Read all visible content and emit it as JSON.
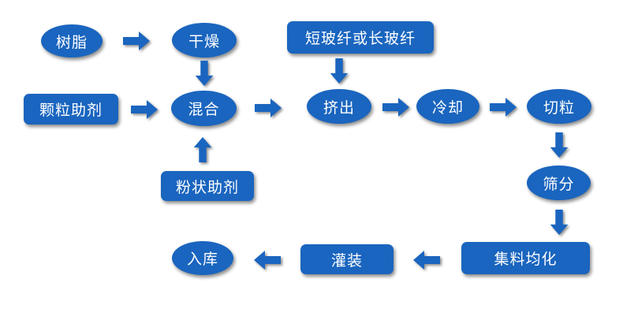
{
  "nodes": {
    "resin": "树脂",
    "dry": "干燥",
    "short_fiber": "短玻纤或长玻纤",
    "granule_aid": "颗粒助剂",
    "mix": "混合",
    "extrude": "挤出",
    "cool": "冷却",
    "pelletize": "切粒",
    "powder_aid": "粉状助剂",
    "sieve": "筛分",
    "homogenize": "集料均化",
    "fill": "灌装",
    "store": "入库"
  },
  "colors": {
    "node_fill": "#1a65bf",
    "node_text": "#ffffff",
    "arrow": "#1a65bf"
  }
}
